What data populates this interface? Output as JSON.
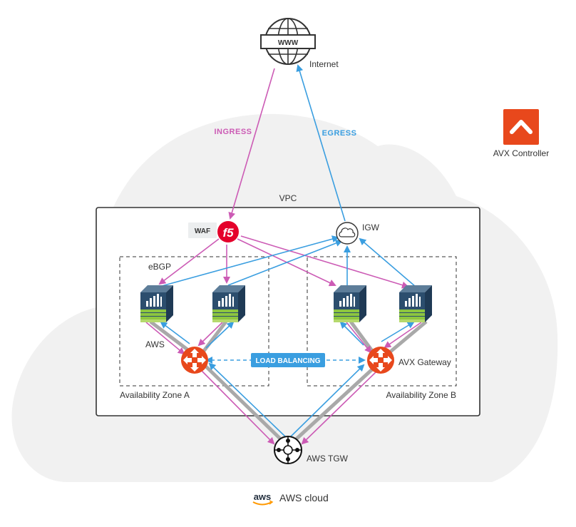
{
  "internet": {
    "label": "Internet",
    "badge": "WWW"
  },
  "controller": {
    "label": "AVX Controller"
  },
  "flows": {
    "ingress": "INGRESS",
    "egress": "EGRESS"
  },
  "vpc": {
    "label": "VPC"
  },
  "waf": {
    "label": "WAF",
    "logo": "f5"
  },
  "igw": {
    "label": "IGW"
  },
  "zones": {
    "a": "Availability Zone A",
    "b": "Availability Zone B"
  },
  "routing": {
    "ebgp": "eBGP",
    "aws": "AWS",
    "gateway": "AVX Gateway",
    "load_balancing": "LOAD BALANCING"
  },
  "tgw": {
    "label": "AWS TGW"
  },
  "cloud": {
    "label": "AWS cloud",
    "logo": "aws"
  },
  "colors": {
    "ingress": "#cc5bb5",
    "egress": "#3a9ee0",
    "aviatrix": "#e8481c",
    "f5": "#e4002b",
    "trunk": "#a9a9a9"
  }
}
